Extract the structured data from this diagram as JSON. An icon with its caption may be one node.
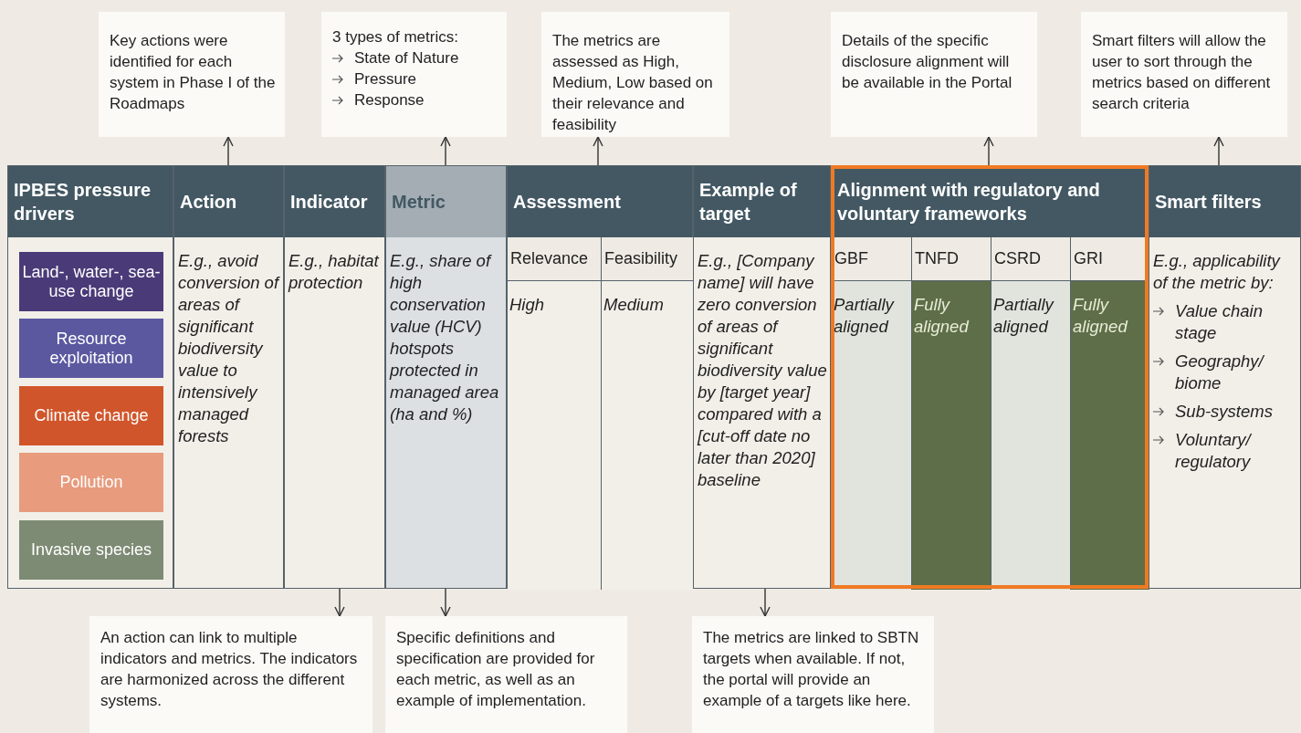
{
  "diagram": {
    "nodes": [
      {
        "text": [
          "Key actions were identified for each system in Phase I of the Roadmaps"
        ]
      },
      {
        "text": [
          "3 types of metrics:",
          "State of Nature",
          "Pressure",
          "Response"
        ]
      },
      {
        "text": [
          "The metrics are assessed as High, Medium, Low based on their relevance and feasibility"
        ]
      },
      {
        "text": [
          "Details of the specific disclosure alignment will be available in the Portal"
        ]
      },
      {
        "text": [
          "Smart filters will allow the user to sort through the metrics based on different search criteria"
        ]
      },
      {
        "text": [
          "IPBES pressure drivers"
        ]
      },
      {
        "text": [
          "Land-, water-, sea-use change"
        ],
        "in": 5
      },
      {
        "text": [
          "Resource exploitation"
        ],
        "in": 5
      },
      {
        "text": [
          "Climate change"
        ],
        "in": 5
      },
      {
        "text": [
          "Pollution"
        ],
        "in": 5
      },
      {
        "text": [
          "Invasive species"
        ],
        "in": 5
      },
      {
        "text": [
          "Action",
          "E.g., avoid conversion of areas of significant biodiversity value to intensively managed forests"
        ]
      },
      {
        "text": [
          "Indicator",
          "E.g., habitat protection"
        ]
      },
      {
        "text": [
          "Metric",
          "E.g., share of high conservation value (HCV) hotspots protected in managed area (ha and %)"
        ]
      },
      {
        "text": [
          "Assessment"
        ]
      },
      {
        "text": [
          "Relevance",
          "High"
        ],
        "in": 14
      },
      {
        "text": [
          "Feasibility",
          "Medium"
        ],
        "in": 14
      },
      {
        "text": [
          "Example of target",
          "E.g., [Company name] will have zero conversion of areas of significant biodiversity value by [target year] compared with a [cut-off date no later than 2020] baseline"
        ]
      },
      {
        "text": [
          "Alignment with regulatory and voluntary frameworks"
        ]
      },
      {
        "text": [
          "GBF",
          "Partially aligned"
        ],
        "in": 18
      },
      {
        "text": [
          "TNFD",
          "Fully aligned"
        ],
        "in": 18
      },
      {
        "text": [
          "CSRD",
          "Partially aligned"
        ],
        "in": 18
      },
      {
        "text": [
          "GRI",
          "Fully aligned"
        ],
        "in": 18
      },
      {
        "text": [
          "Smart filters",
          "E.g., applicability of the metric by:",
          "Value chain stage",
          "Geography/ biome",
          "Sub-systems",
          "Voluntary/ regulatory"
        ]
      },
      {
        "text": [
          "An action can link to multiple indicators and metrics. The indicators are harmonized across the different systems."
        ]
      },
      {
        "text": [
          "Specific definitions and specification are provided for each metric, as well as an example of implementation."
        ]
      },
      {
        "text": [
          "The metrics are linked to SBTN targets when available. If not, the portal will provide an example of a targets like here."
        ]
      }
    ],
    "edges": [
      {
        "from": 11,
        "to": 0,
        "arrow": "to"
      },
      {
        "from": 13,
        "to": 1,
        "arrow": "to"
      },
      {
        "from": 14,
        "to": 2,
        "arrow": "to"
      },
      {
        "from": 18,
        "to": 3,
        "arrow": "to"
      },
      {
        "from": 23,
        "to": 4,
        "arrow": "to"
      },
      {
        "from": 12,
        "to": 24,
        "arrow": "to"
      },
      {
        "from": 13,
        "to": 25,
        "arrow": "to"
      },
      {
        "from": 17,
        "to": 26,
        "arrow": "to"
      }
    ]
  }
}
